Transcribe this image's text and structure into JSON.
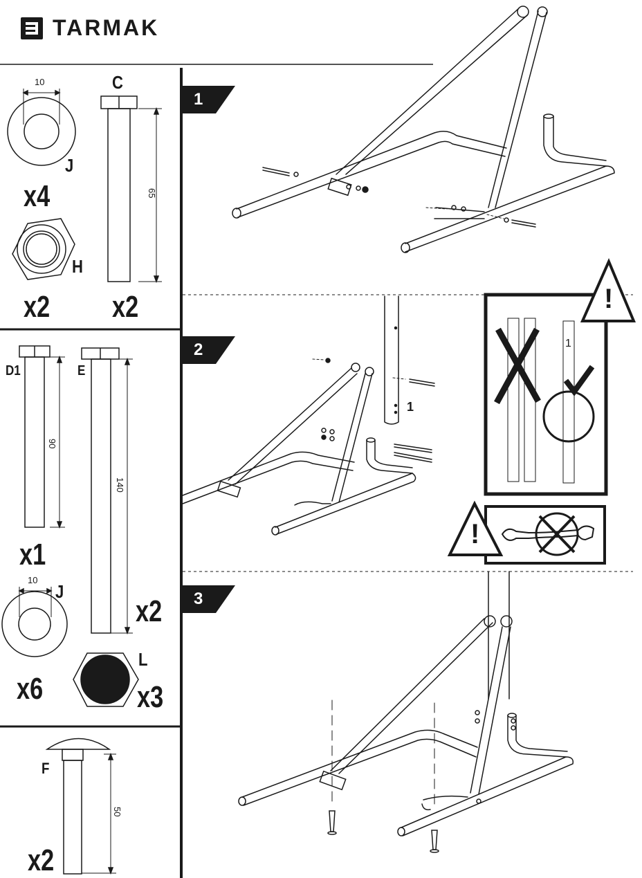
{
  "brand": {
    "name": "TARMAK",
    "logo_icon": "tarmak-logo-icon"
  },
  "parts": {
    "j_top": {
      "letter": "J",
      "qty": "x4",
      "dim": "10"
    },
    "c": {
      "letter": "C",
      "qty": "x2",
      "dim": "65"
    },
    "h": {
      "letter": "H",
      "qty": "x2"
    },
    "d1": {
      "letter": "D1",
      "qty": "x1",
      "dim": "90"
    },
    "e": {
      "letter": "E",
      "qty": "x2",
      "dim": "140"
    },
    "j_bottom": {
      "letter": "J",
      "qty": "x6",
      "dim": "10"
    },
    "l": {
      "letter": "L",
      "qty": "x3"
    },
    "f": {
      "letter": "F",
      "qty": "x2",
      "dim": "50"
    }
  },
  "steps": [
    {
      "number": "1"
    },
    {
      "number": "2",
      "callout": "1"
    },
    {
      "number": "3"
    }
  ],
  "warnings": {
    "icon": "warning-triangle-icon",
    "symbol": "!",
    "tube_label": "1"
  },
  "colors": {
    "ink": "#1a1a1a",
    "paper": "#ffffff"
  }
}
